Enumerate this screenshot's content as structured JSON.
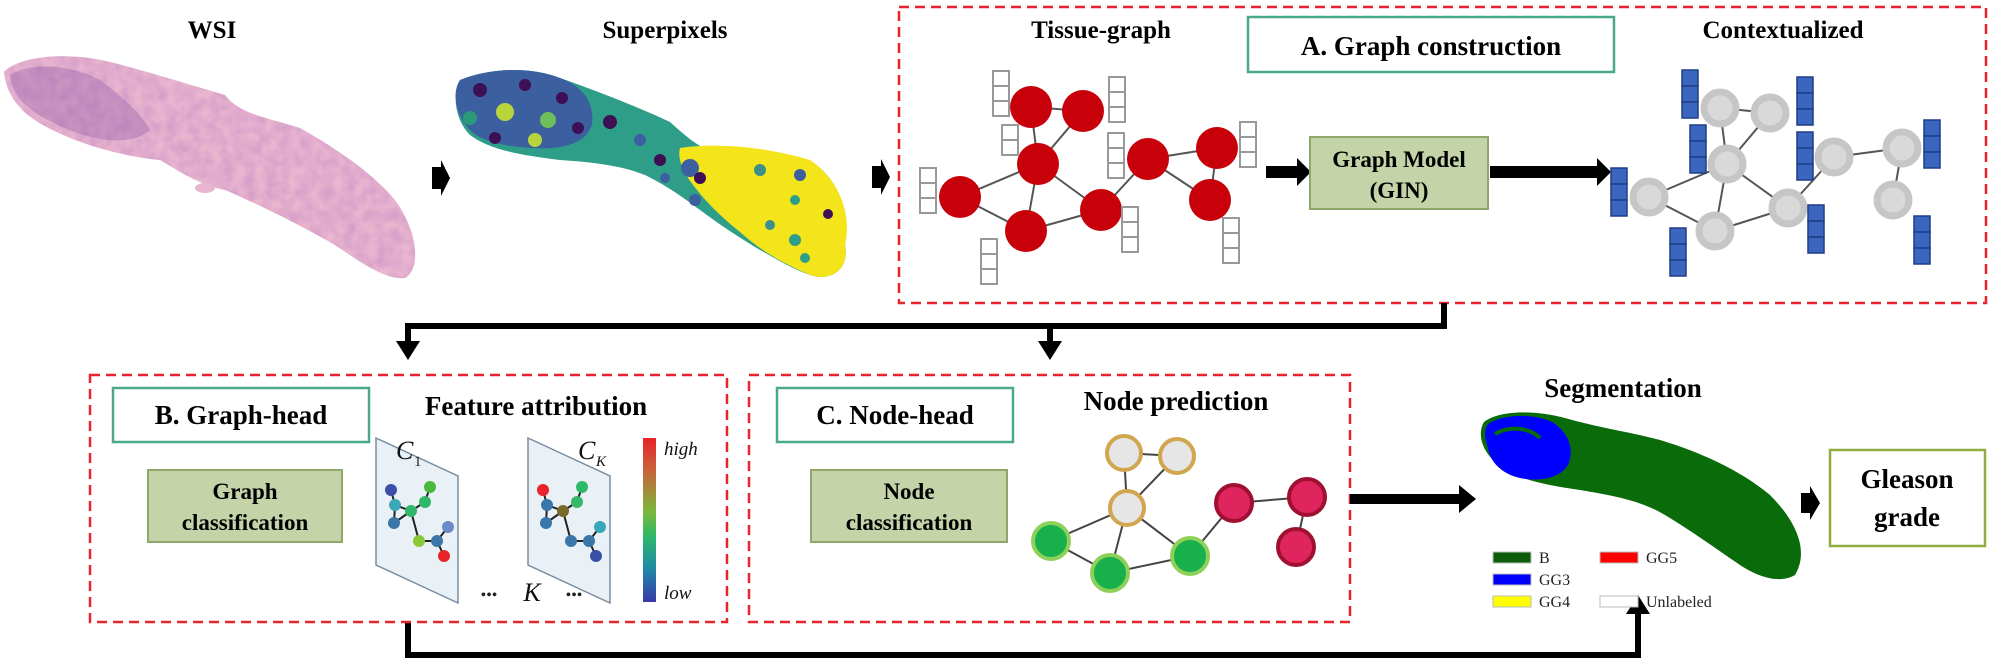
{
  "titles": {
    "wsi": "WSI",
    "superpixels": "Superpixels",
    "tissue_graph": "Tissue-graph",
    "contextualized": "Contextualized",
    "feature_attribution": "Feature attribution",
    "node_prediction": "Node prediction",
    "segmentation": "Segmentation"
  },
  "boxes": {
    "graph_construction": "A. Graph construction",
    "graph_model_line1": "Graph Model",
    "graph_model_line2": "(GIN)",
    "graph_head": "B. Graph-head",
    "graph_classification_line1": "Graph",
    "graph_classification_line2": "classification",
    "node_head": "C. Node-head",
    "node_classification_line1": "Node",
    "node_classification_line2": "classification",
    "gleason_line1": "Gleason",
    "gleason_line2": "grade"
  },
  "attribution": {
    "panel_first": "C",
    "panel_first_sub": "1",
    "panel_last": "C",
    "panel_last_sub": "K",
    "dots_left": "•••",
    "k_label": "K",
    "dots_right": "•••",
    "scale_high": "high",
    "scale_low": "low"
  },
  "legend": [
    {
      "label": "B",
      "color": "#0a5c0a"
    },
    {
      "label": "GG3",
      "color": "#0000ff"
    },
    {
      "label": "GG5",
      "color": "#ff0000"
    },
    {
      "label": "GG4",
      "color": "#ffff00"
    },
    {
      "label": "Unlabeled",
      "color": "#ffffff"
    }
  ],
  "colors": {
    "dashed_frame": "#e8232a",
    "accent_box_border": "#4aa98a",
    "green_box_fill": "#c4d3a8",
    "green_box_border": "#8fa86a",
    "gleason_border": "#8fae3f",
    "tissue_node": "#c8000a",
    "context_node": "#d3d3d3",
    "feature_bar": "#3a66c0",
    "node_beige": "#d2a64e",
    "node_green": "#22b14c",
    "node_red": "#e0245e"
  }
}
